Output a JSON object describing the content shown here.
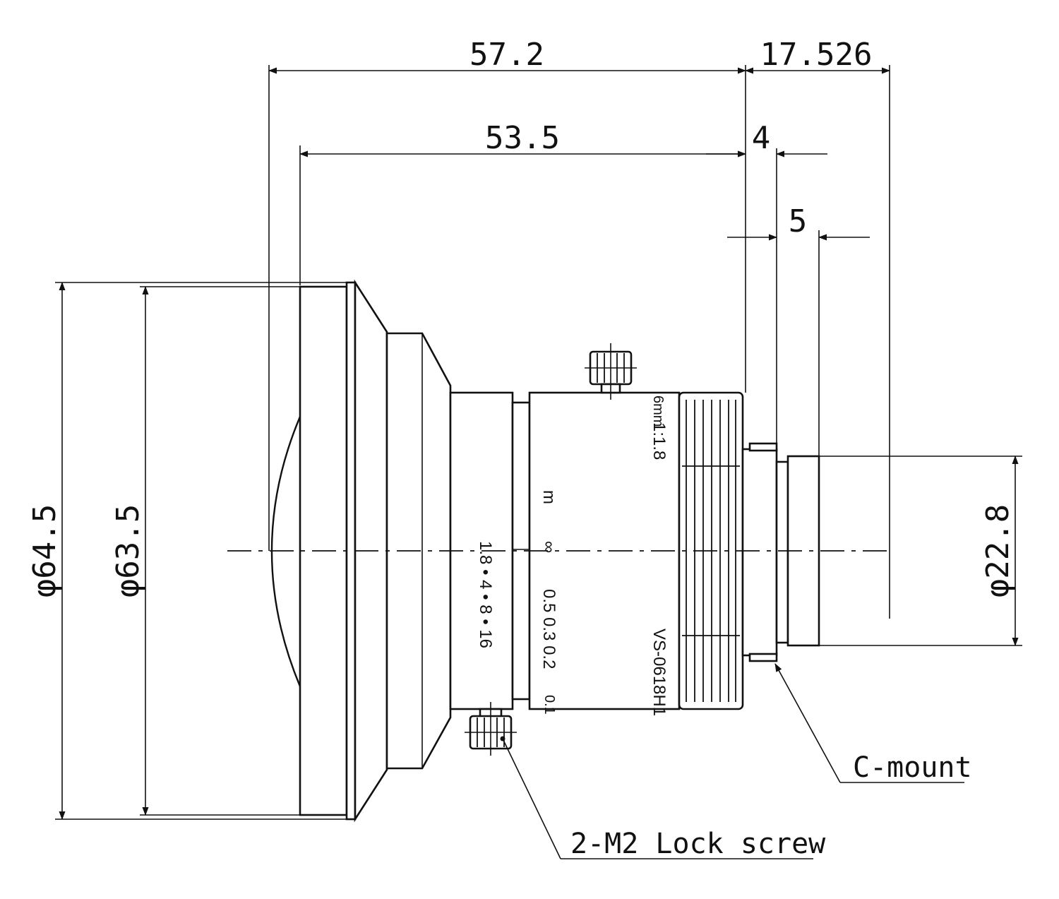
{
  "dimensions": {
    "overall_length": "57.2",
    "body_length": "53.5",
    "back_focus": "17.526",
    "mount_flange": "4",
    "mount_thread": "5",
    "outer_diameter": "φ64.5",
    "front_diameter": "φ63.5",
    "mount_diameter": "φ22.8"
  },
  "callouts": {
    "mount": "C-mount",
    "lock_screw": "2-M2 Lock screw"
  },
  "lens_markings": {
    "focal": "6mm",
    "aperture": "1:1.8",
    "unit": "m",
    "infinity": "∞",
    "distance_scale": "0.5 0.3 0.2",
    "distance_min": "0.1",
    "model": "VS-0618H1",
    "f_stops": "1.8 • 4 • 8 • 16"
  },
  "colors": {
    "ink": "#111111",
    "paper": "#ffffff"
  }
}
